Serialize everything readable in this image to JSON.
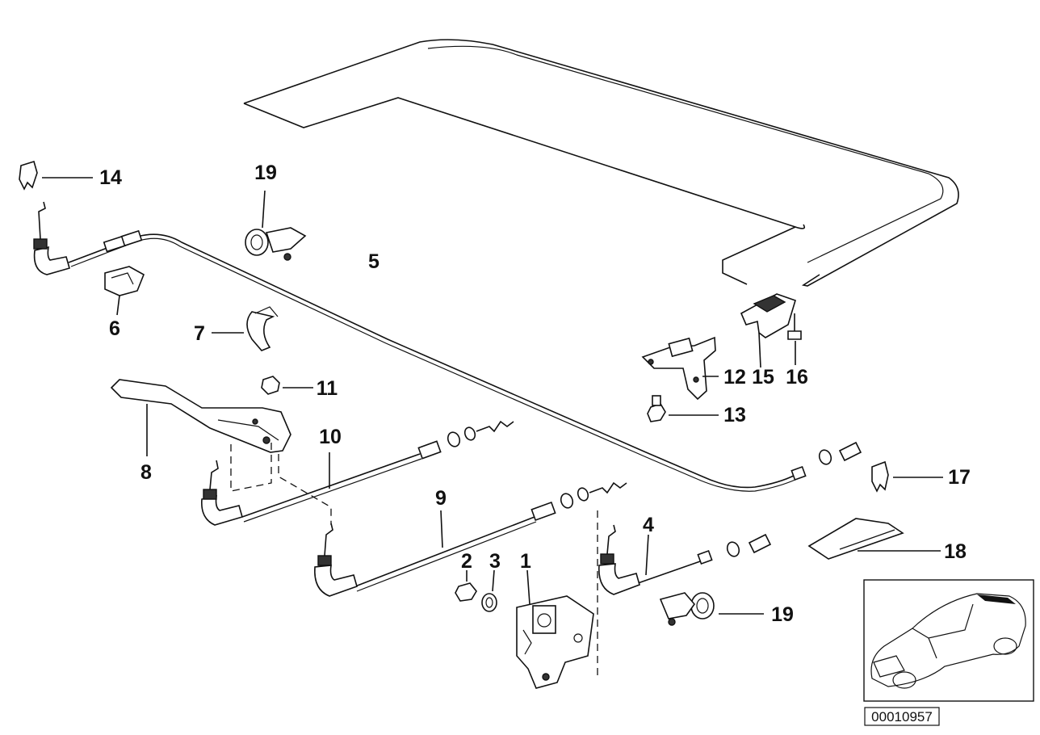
{
  "diagram": {
    "callouts": [
      "1",
      "2",
      "3",
      "4",
      "5",
      "6",
      "7",
      "8",
      "9",
      "10",
      "11",
      "12",
      "13",
      "14",
      "15",
      "16",
      "17",
      "18",
      "19",
      "19"
    ],
    "reference_code": "00010957"
  }
}
